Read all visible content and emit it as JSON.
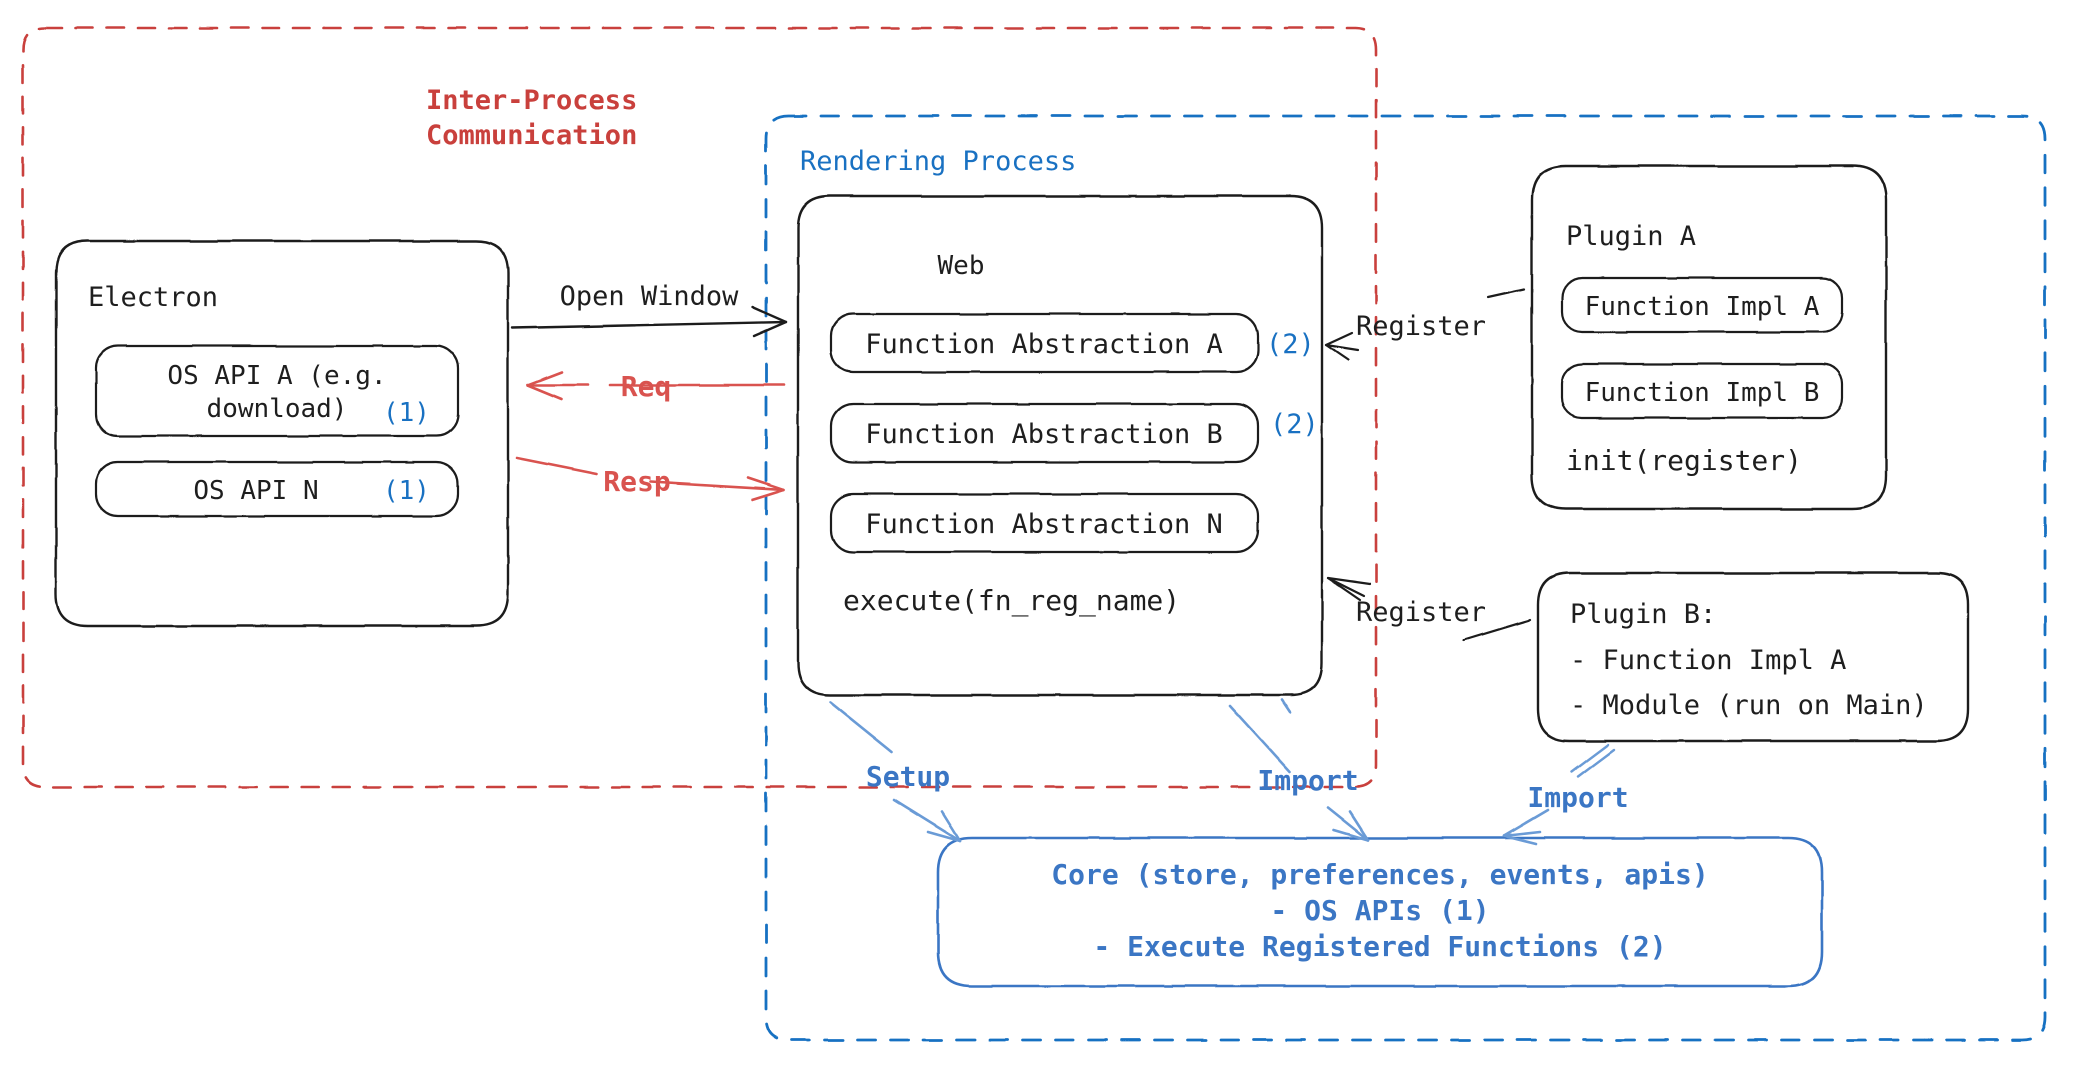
{
  "diagram": {
    "title": "Electron plugin architecture",
    "colors": {
      "ink": "#1e1e1e",
      "red": "#c9403c",
      "blue": "#1971c2",
      "core_blue": "#3b76c4",
      "background": "#ffffff"
    },
    "containers": {
      "ipc": {
        "label": "Inter-Process\nCommunication",
        "style": "dashed",
        "color": "#c9403c"
      },
      "rendering": {
        "label": "Rendering Process",
        "style": "dashed",
        "color": "#1971c2"
      }
    },
    "electron": {
      "title": "Electron",
      "items": [
        {
          "label": "OS API A (e.g.\ndownload)",
          "badge": "(1)"
        },
        {
          "label": "OS API N",
          "badge": "(1)"
        }
      ]
    },
    "web": {
      "title": "Web",
      "items": [
        {
          "label": "Function Abstraction A",
          "badge": "(2)"
        },
        {
          "label": "Function Abstraction B",
          "badge": "(2)"
        },
        {
          "label": "Function Abstraction N",
          "badge": ""
        }
      ],
      "footer": "execute(fn_reg_name)"
    },
    "plugin_a": {
      "title": "Plugin A",
      "items": [
        "Function Impl A",
        "Function Impl B"
      ],
      "footer": "init(register)"
    },
    "plugin_b": {
      "lines": [
        "Plugin B:",
        "- Function Impl A",
        "- Module (run on Main)"
      ]
    },
    "core": {
      "lines": [
        "Core (store, preferences, events, apis)",
        "- OS APIs (1)",
        "- Execute Registered Functions (2)"
      ]
    },
    "edges": [
      {
        "label": "Open Window",
        "color": "#1e1e1e",
        "from": "electron",
        "to": "web"
      },
      {
        "label": "Req",
        "color": "#c9403c",
        "from": "web",
        "to": "electron"
      },
      {
        "label": "Resp",
        "color": "#c9403c",
        "from": "electron",
        "to": "web"
      },
      {
        "label": "Register",
        "color": "#1e1e1e",
        "from": "plugin-a",
        "to": "web"
      },
      {
        "label": "Register",
        "color": "#1e1e1e",
        "from": "plugin-b",
        "to": "web"
      },
      {
        "label": "Setup",
        "color": "#3b76c4",
        "from": "web",
        "to": "core"
      },
      {
        "label": "Import",
        "color": "#3b76c4",
        "from": "web",
        "to": "core"
      },
      {
        "label": "Import",
        "color": "#3b76c4",
        "from": "plugin-b",
        "to": "core"
      }
    ]
  }
}
